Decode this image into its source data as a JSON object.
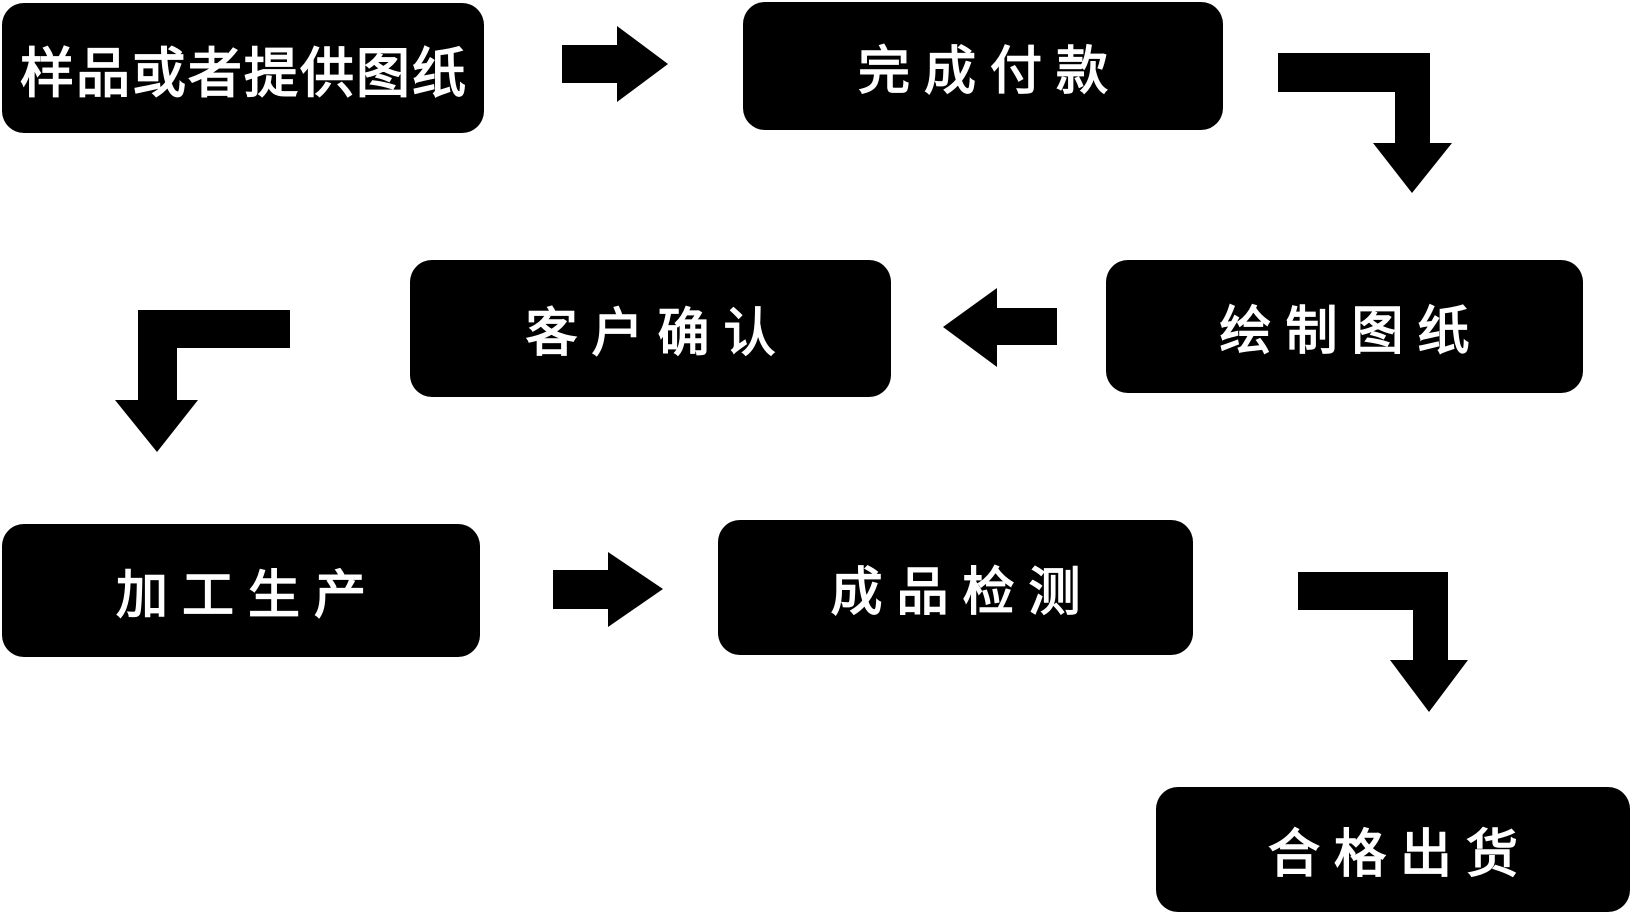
{
  "diagram": {
    "type": "flowchart",
    "background_color": "#ffffff",
    "box_color": "#000000",
    "text_color": "#ffffff",
    "arrow_color": "#000000",
    "steps": [
      {
        "id": 1,
        "label": "样品或者提供图纸"
      },
      {
        "id": 2,
        "label": "完成付款"
      },
      {
        "id": 3,
        "label": "绘制图纸"
      },
      {
        "id": 4,
        "label": "客户确认"
      },
      {
        "id": 5,
        "label": "加工生产"
      },
      {
        "id": 6,
        "label": "成品检测"
      },
      {
        "id": 7,
        "label": "合格出货"
      }
    ],
    "flow": [
      {
        "from": "样品或者提供图纸",
        "to": "完成付款",
        "arrow": "right"
      },
      {
        "from": "完成付款",
        "to": "绘制图纸",
        "arrow": "elbow-down-right"
      },
      {
        "from": "绘制图纸",
        "to": "客户确认",
        "arrow": "left"
      },
      {
        "from": "客户确认",
        "to": "加工生产",
        "arrow": "elbow-down-left"
      },
      {
        "from": "加工生产",
        "to": "成品检测",
        "arrow": "right"
      },
      {
        "from": "成品检测",
        "to": "合格出货",
        "arrow": "elbow-down-right"
      }
    ]
  }
}
